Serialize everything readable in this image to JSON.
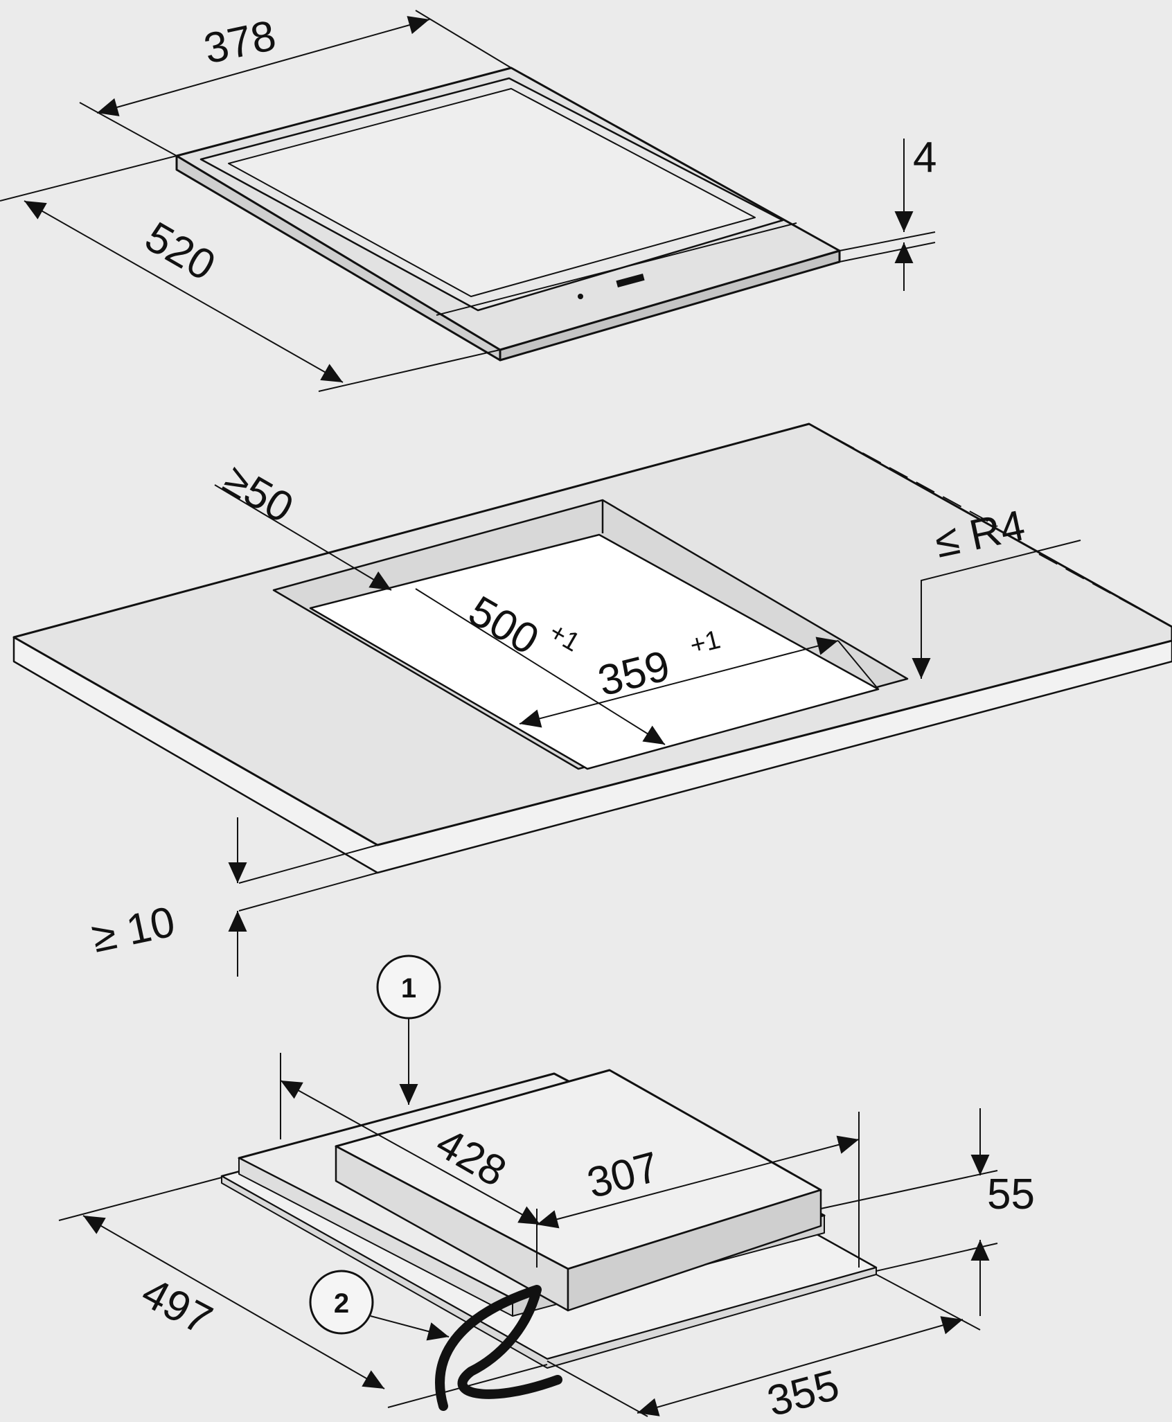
{
  "colors": {
    "background": "#ebebeb",
    "line": "#111111",
    "surface": "#e4e4e4",
    "cutout": "#ffffff",
    "panel_light": "#f1f1f1",
    "panel_dark": "#d9d9d9"
  },
  "hob": {
    "width_label": "378",
    "depth_label": "520",
    "thickness_label": "4"
  },
  "cutout": {
    "edge_distance_label": "≥50",
    "depth_label": "500",
    "depth_tolerance": "+1",
    "width_label": "359",
    "width_tolerance": "+1",
    "radius_label": "≤ R4",
    "worktop_label": "≥ 10"
  },
  "underside": {
    "depth_label": "428",
    "width_label": "307",
    "height_label": "55",
    "frame_depth_label": "497",
    "frame_width_label": "355"
  },
  "callouts": {
    "one": "1",
    "two": "2"
  }
}
